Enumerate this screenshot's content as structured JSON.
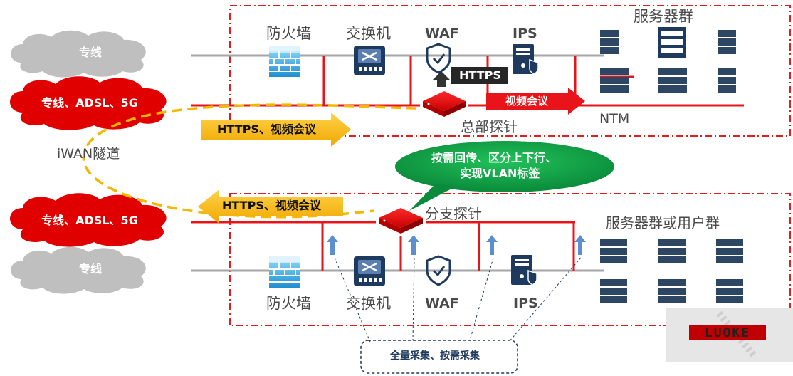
{
  "hq": {
    "devices": {
      "firewall": "防火墙",
      "switch": "交换机",
      "waf": "WAF",
      "ips": "IPS"
    },
    "server_group": "服务器群",
    "probe": "总部探针",
    "ntm": "NTM",
    "https_tag": "HTTPS",
    "video_tag": "视频会议"
  },
  "branch": {
    "devices": {
      "firewall": "防火墙",
      "switch": "交换机",
      "waf": "WAF",
      "ips": "IPS"
    },
    "server_group": "服务器群或用户群",
    "probe": "分支探针"
  },
  "clouds": {
    "hq_dedicated": "专线",
    "hq_mixed": "专线、ADSL、5G",
    "branch_mixed": "专线、ADSL、5G",
    "branch_dedicated": "专线"
  },
  "tunnel": "iWAN隧道",
  "arrows": {
    "hq_traffic": "HTTPS、视频会议",
    "branch_traffic": "HTTPS、视频会议"
  },
  "callout": {
    "line1": "按需回传、区分上下行、",
    "line2": "实现VLAN标签"
  },
  "collect_box": "全量采集、按需采集",
  "logo": "LUOKE",
  "colors": {
    "red": "#e8141a",
    "dashed_red": "#e02020",
    "yellow": "#f5b800",
    "green": "#12a74a",
    "navy": "#1f3a5f",
    "gray_line": "#a6a6a6",
    "cloud_gray": "#bfbfbf"
  }
}
